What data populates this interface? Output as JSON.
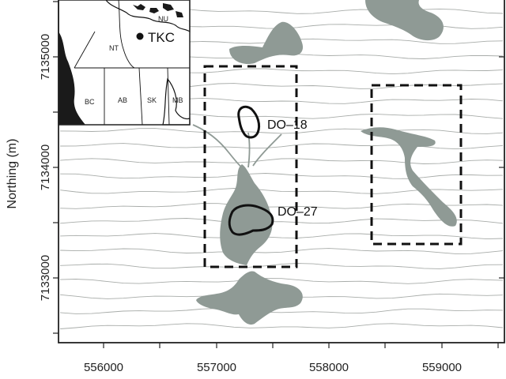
{
  "map": {
    "y_axis_title": "Northing (m)",
    "x_ticks": [
      "556000",
      "557000",
      "558000",
      "559000"
    ],
    "y_ticks": [
      "7135000",
      "7134000",
      "7133000"
    ],
    "targets": [
      {
        "name": "DO–18"
      },
      {
        "name": "DO–27"
      }
    ],
    "inset": {
      "regions": [
        "NU",
        "NT",
        "BC",
        "AB",
        "SK",
        "MB"
      ],
      "site_label": "TKC"
    },
    "colors": {
      "water": "#8f9a95",
      "contour": "#a8aca9",
      "frame": "#222222"
    }
  }
}
